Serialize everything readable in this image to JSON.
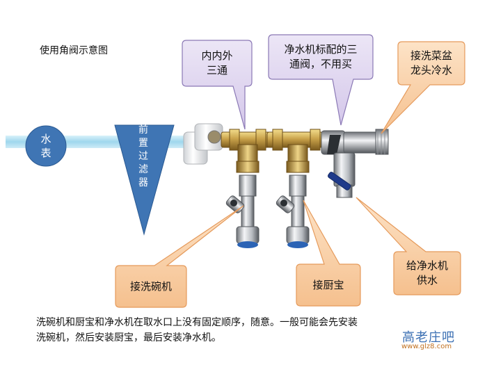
{
  "title": "使用角阀示意图",
  "water_meter": [
    "水",
    "表"
  ],
  "pre_filter": [
    "前",
    "置",
    "过",
    "滤",
    "器"
  ],
  "callouts": {
    "tee_inner_outer": [
      "内内外",
      "三通"
    ],
    "purifier_tee": [
      "净水机标配的三",
      "通阀，不用买"
    ],
    "sink_faucet": [
      "接洗菜盆",
      "龙头冷水"
    ],
    "dishwasher": [
      "接洗碗机"
    ],
    "kitchen_heater": [
      "接厨宝"
    ],
    "purifier_supply": [
      "给净水机",
      "供水"
    ]
  },
  "note_lines": [
    "洗碗机和厨宝和净水机在取水口上没有固定顺序，随意。一般可能会先安装",
    "洗碗机，然后安装厨宝，最后安装净水机。"
  ],
  "watermark": {
    "logo": "高老庄吧",
    "url": "www.glz8.com"
  },
  "colors": {
    "purple_bubble": "#ddd2ee",
    "purple_border": "#8a78b5",
    "orange_bubble": "#f8cfa8",
    "orange_border": "#e59a5b",
    "blue_shape": "#3f75b4",
    "pipe": "#a8dcef",
    "brass": "#c9a24a"
  }
}
